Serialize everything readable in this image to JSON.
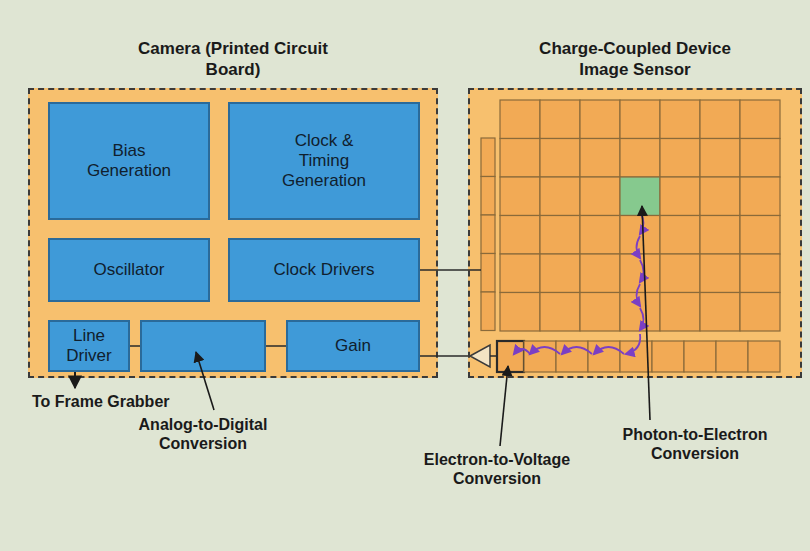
{
  "diagram": {
    "nodes": [
      {
        "text": [
          "Camera (Printed Circuit Board)"
        ]
      },
      {
        "text": [
          "Bias Generation"
        ],
        "in": 0
      },
      {
        "text": [
          "Clock & Timing Generation"
        ],
        "in": 0
      },
      {
        "text": [
          "Oscillator"
        ],
        "in": 0
      },
      {
        "text": [
          "Clock Drivers"
        ],
        "in": 0
      },
      {
        "text": [
          "Line Driver"
        ],
        "in": 0
      },
      {
        "text": [
          "Analog-to-Digital Conversion"
        ],
        "in": 0
      },
      {
        "text": [
          "Gain"
        ],
        "in": 0
      },
      {
        "text": [
          "Charge-Coupled Device Image Sensor"
        ]
      }
    ],
    "edges": [
      {
        "from": 4,
        "to": 8,
        "arrow": "none"
      },
      {
        "from": 8,
        "to": 7,
        "arrow": "none"
      },
      {
        "from": 7,
        "to": 6,
        "arrow": "none"
      },
      {
        "from": 6,
        "to": 5,
        "arrow": "none"
      }
    ],
    "labels": [
      "To Frame Grabber",
      "Electron-to-Voltage Conversion",
      "Photon-to-Electron Conversion"
    ]
  }
}
